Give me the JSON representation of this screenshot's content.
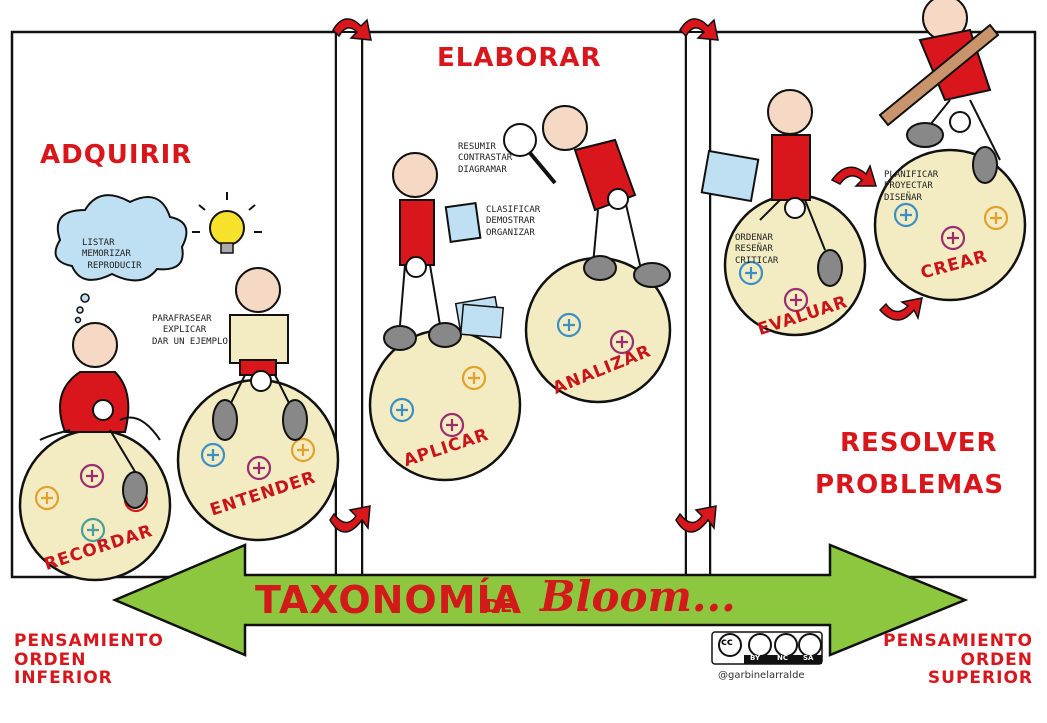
{
  "title": {
    "main": "TAXONOMÍA",
    "de": "DE",
    "bloom": "Bloom..."
  },
  "stages": {
    "adquirir": "ADQUIRIR",
    "elaborar": "ELABORAR",
    "resolver_line1": "RESOLVER",
    "resolver_line2": "PROBLEMAS"
  },
  "spheres": {
    "recordar": "RECORDAR",
    "entender": "ENTENDER",
    "aplicar": "APLICAR",
    "analizar": "ANALIZAR",
    "evaluar": "EVALUAR",
    "crear": "CREAR"
  },
  "verbs": {
    "recordar": "LISTAR\nMEMORIZAR\n REPRODUCIR",
    "entender": "PARAFRASEAR\n  EXPLICAR\nDAR UN EJEMPLO",
    "aplicar": "RESUMIR\nCONTRASTAR\nDIAGRAMAR",
    "analizar": "CLASIFICAR\nDEMOSTRAR\nORGANIZAR",
    "evaluar": "ORDENAR\nRESEÑAR\nCRITICAR",
    "crear": "PLANIFICAR\nPROYECTAR\nDISEÑAR"
  },
  "corners": {
    "lower_1": "PENSAMIENTO",
    "lower_2": "ORDEN",
    "lower_3": "INFERIOR",
    "upper_1": "PENSAMIENTO",
    "upper_2": "ORDEN",
    "upper_3": "SUPERIOR"
  },
  "license": {
    "cc": "cc",
    "by": "BY",
    "nc": "NC",
    "sa": "SA",
    "handle": "@garbinelarralde"
  },
  "colors": {
    "red": "#d8161b",
    "green": "#8dc63f",
    "sphere": "#f3ecc2",
    "plus_blue": "#3b8fc4",
    "plus_purple": "#9b2c6e",
    "plus_orange": "#e3a12b",
    "plus_teal": "#4a9d9a"
  }
}
